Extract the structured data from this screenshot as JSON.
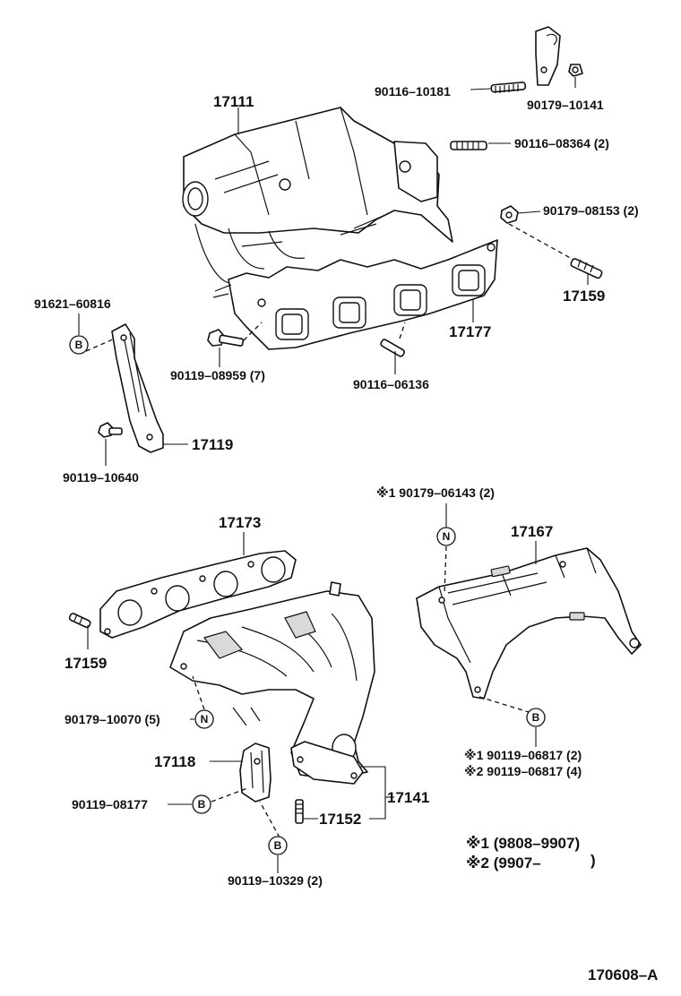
{
  "labels": {
    "p17111": "17111",
    "p90116_10181": "90116–10181",
    "p90179_10141": "90179–10141",
    "p90116_08364": "90116–08364 (2)",
    "p90179_08153": "90179–08153 (2)",
    "p17159_top": "17159",
    "p17177": "17177",
    "p91621_60816": "91621–60816",
    "p90119_08959": "90119–08959 (7)",
    "p90116_06136": "90116–06136",
    "p17119": "17119",
    "p90119_10640": "90119–10640",
    "p90179_06143": "※1 90179–06143 (2)",
    "p17173": "17173",
    "p17167": "17167",
    "p17159_bottom": "17159",
    "p90179_10070": "90179–10070 (5)",
    "p17118": "17118",
    "p17141": "17141",
    "p90119_08177": "90119–08177",
    "p17152": "17152",
    "p90119_10329": "90119–10329 (2)",
    "p90119_06817_a": "※1 90119–06817 (2)",
    "p90119_06817_b": "※2 90119–06817 (4)"
  },
  "markers": {
    "B": "B",
    "N": "N"
  },
  "notes": {
    "note1": "※1 (9808–9907)",
    "note2": "※2 (9907–        )"
  },
  "figure_id": "170608–A"
}
